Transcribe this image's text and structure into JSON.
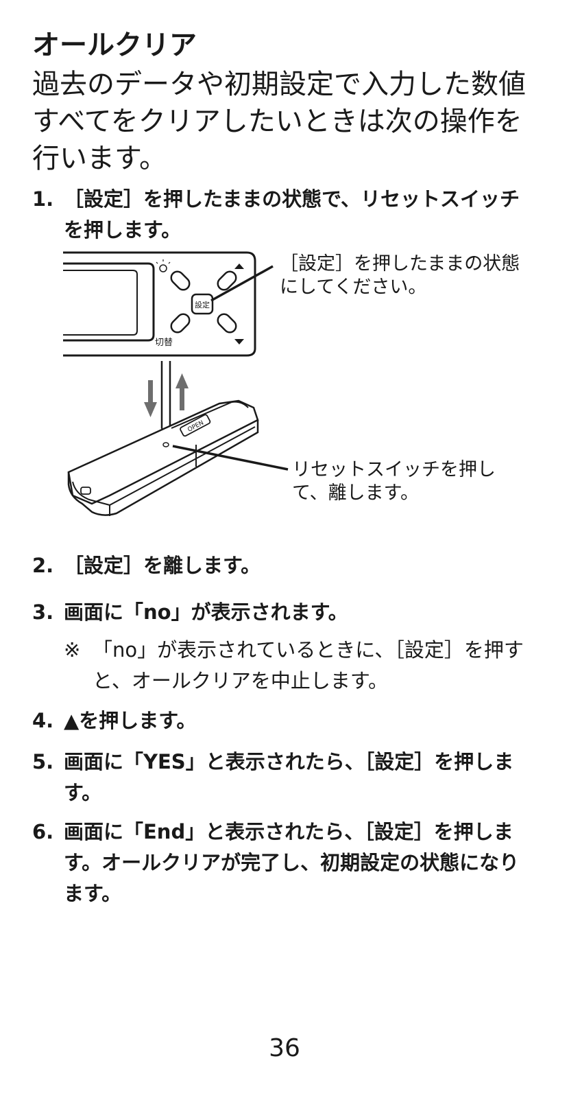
{
  "title": "オールクリア",
  "intro": "過去のデータや初期設定で入力した数値すべてをクリアしたいときは次の操作を行います。",
  "steps": [
    {
      "num": "1.",
      "text": "［設定］を押したままの状態で、リセットスイッチを押します。"
    },
    {
      "num": "2.",
      "text": "［設定］を離します。"
    },
    {
      "num": "3.",
      "text": "画面に「no」が表示されます。"
    },
    {
      "num": "4.",
      "text": "▲を押します。"
    },
    {
      "num": "5.",
      "text": "画面に「YES」と表示されたら、［設定］を押します。"
    },
    {
      "num": "6.",
      "text": "画面に「End」と表示されたら、［設定］を押します。オールクリアが完了し、初期設定の状態になります。"
    }
  ],
  "note": {
    "mark": "※",
    "text": "「no」が表示されているときに、［設定］を押すと、オールクリアを中止します。"
  },
  "figure": {
    "callout_top": "［設定］を押したままの状態にしてください。",
    "callout_bottom": "リセットスイッチを押して、離します。",
    "button_label": "設定",
    "switch_label": "切替",
    "open_label": "OPEN"
  },
  "page_number": "36"
}
